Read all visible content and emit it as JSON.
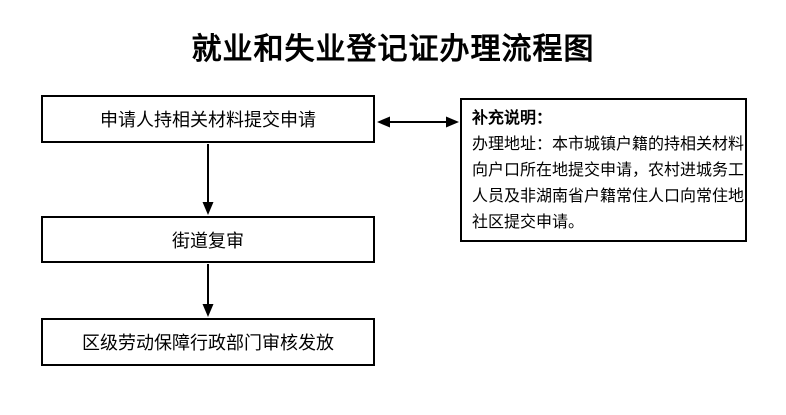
{
  "title": "就业和失业登记证办理流程图",
  "flow": {
    "step1": "申请人持相关材料提交申请",
    "step2": "街道复审",
    "step3": "区级劳动保障行政部门审核发放"
  },
  "note": {
    "heading": "补充说明：",
    "lines": [
      "办理地址：本市城镇户籍的持相关材料",
      "向户口所在地提交申请，农村进城务工",
      "人员及非湖南省户籍常住人口向常住地",
      "社区提交申请。"
    ]
  },
  "colors": {
    "line": "#000000",
    "background": "#ffffff"
  }
}
